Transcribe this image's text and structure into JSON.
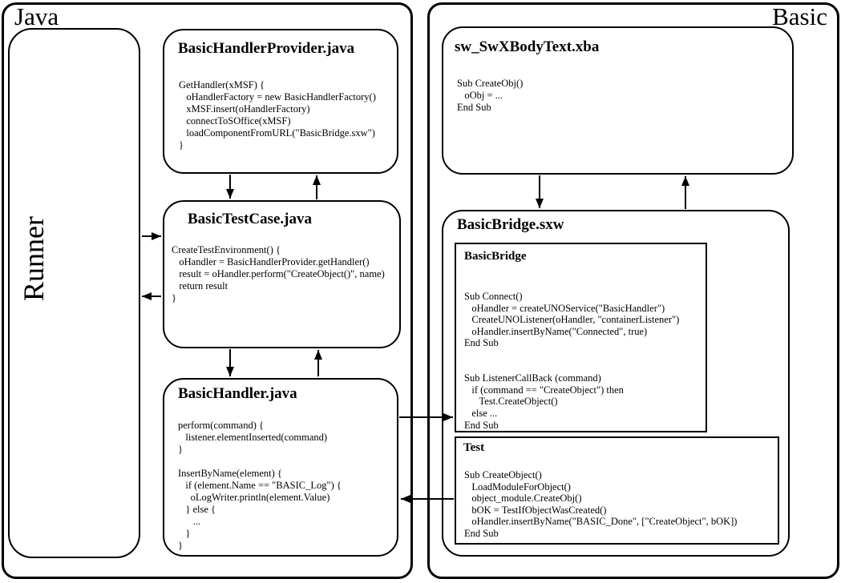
{
  "colors": {
    "line": "#000000",
    "background": "#ffffff"
  },
  "regions": {
    "java": {
      "label": "Java"
    },
    "basic": {
      "label": "Basic"
    }
  },
  "runner": {
    "label": "Runner"
  },
  "java_boxes": {
    "provider": {
      "title": "BasicHandlerProvider.java",
      "code": "GetHandler(xMSF) {\n   oHandlerFactory = new BasicHandlerFactory()\n   xMSF.insert(oHandlerFactory)\n   connectToSOffice(xMSF)\n   loadComponentFromURL(\"BasicBridge.sxw\")\n}"
    },
    "testcase": {
      "title": "BasicTestCase.java",
      "code": "CreateTestEnvironment() {\n   oHandler = BasicHandlerProvider.getHandler()\n   result = oHandler.perform(\"CreateObject()\", name)\n   return result\n}"
    },
    "handler": {
      "title": "BasicHandler.java",
      "code": "perform(command) {\n   listener.elementInserted(command)\n}\n\nInsertByName(element) {\n   if (element.Name == \"BASIC_Log\") {\n     oLogWriter.println(element.Value)\n   } else {\n      ...\n   }\n}"
    }
  },
  "basic_boxes": {
    "swxbodytext": {
      "title": "sw_SwXBodyText.xba",
      "code": "Sub CreateObj()\n   oObj = ...\nEnd Sub"
    },
    "bridge_doc": {
      "title": "BasicBridge.sxw"
    },
    "bridge_module": {
      "title": "BasicBridge",
      "code": "Sub Connect()\n   oHandler = createUNOService(\"BasicHandler\")\n   CreateUNOListener(oHandler, \"containerListener\")\n   oHandler.insertByName(\"Connected\", true)\nEnd Sub\n\n\nSub ListenerCallBack (command)\n   if (command == \"CreateObject\") then\n      Test.CreateObject()\n   else ...\nEnd Sub"
    },
    "test_module": {
      "title": "Test",
      "code": "Sub CreateObject()\n   LoadModuleForObject()\n   object_module.CreateObj()\n   bOK = TestIfObjectWasCreated()\n   oHandler.insertByName(\"BASIC_Done\", [\"CreateObject\", bOK])\nEnd Sub"
    }
  }
}
